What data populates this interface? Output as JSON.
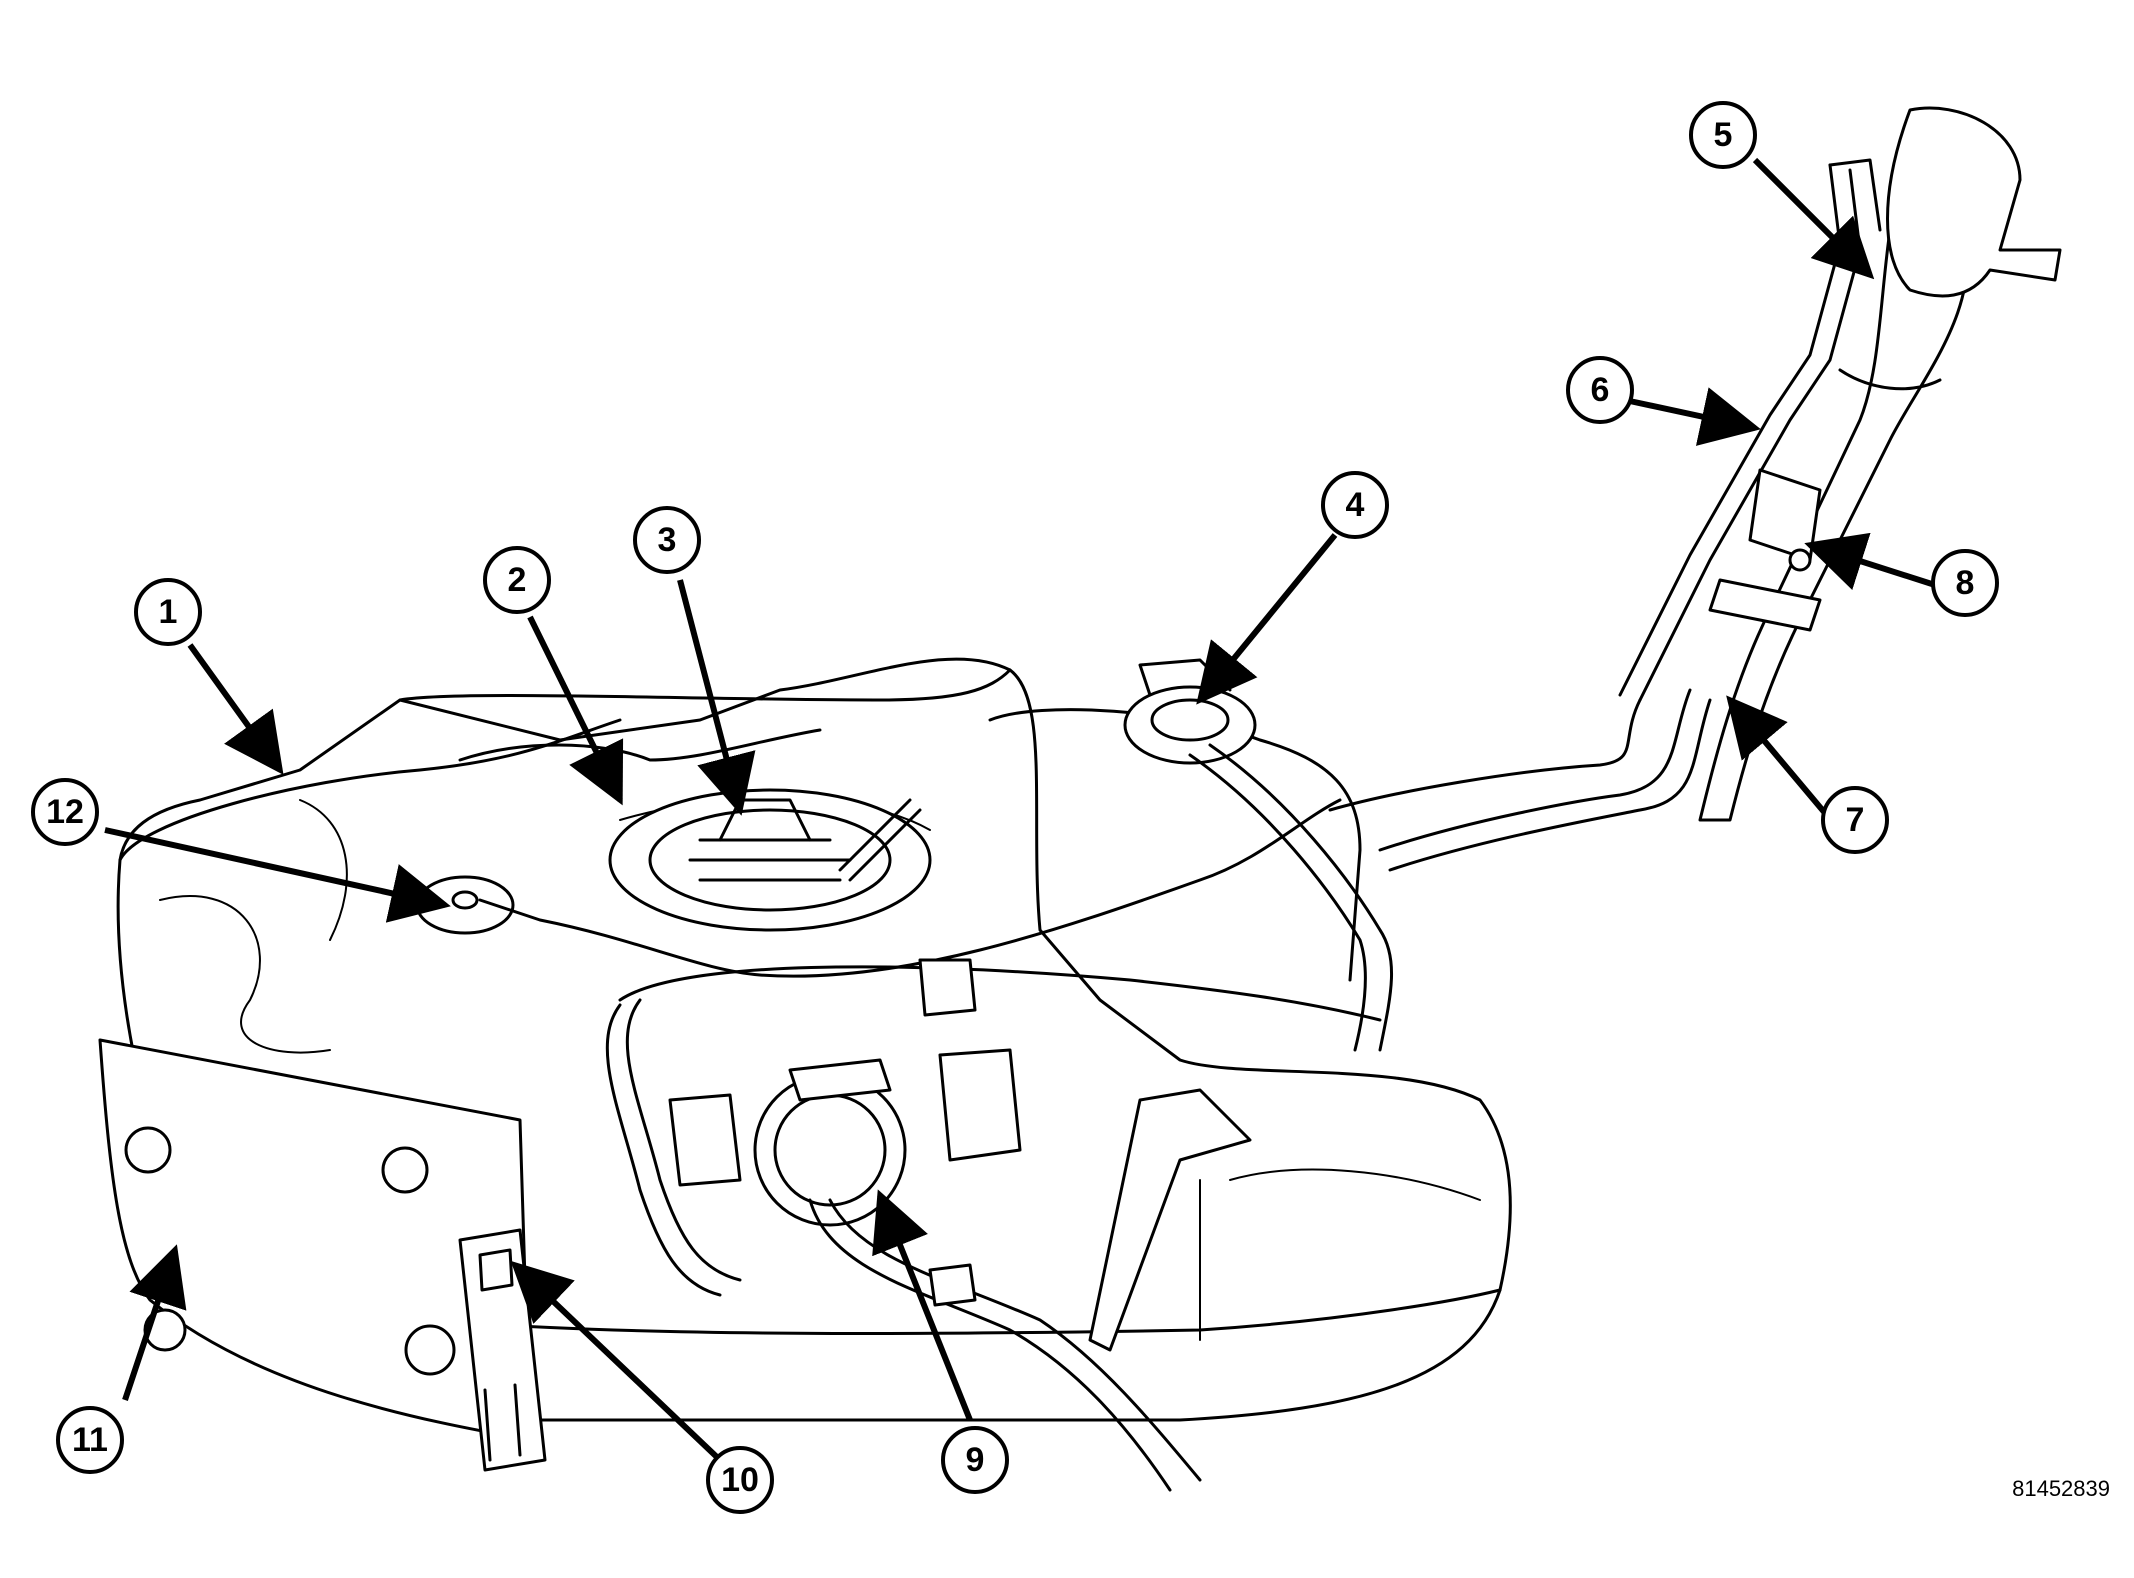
{
  "figure_id": "81452839",
  "callouts": [
    "1",
    "2",
    "3",
    "4",
    "5",
    "6",
    "7",
    "8",
    "9",
    "10",
    "11",
    "12"
  ]
}
